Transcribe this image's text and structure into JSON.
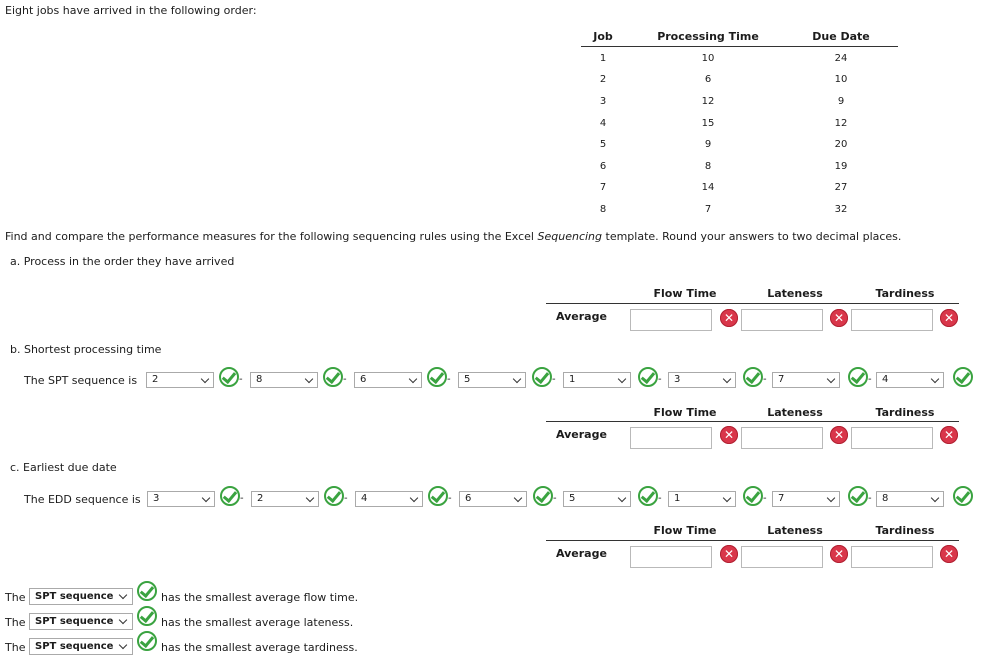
{
  "intro": "Eight jobs have arrived in the following order:",
  "job_table": {
    "headers": {
      "job": "Job",
      "processing_time": "Processing Time",
      "due_date": "Due Date"
    },
    "rows": [
      {
        "job": "1",
        "pt": "10",
        "dd": "24"
      },
      {
        "job": "2",
        "pt": "6",
        "dd": "10"
      },
      {
        "job": "3",
        "pt": "12",
        "dd": "9"
      },
      {
        "job": "4",
        "pt": "15",
        "dd": "12"
      },
      {
        "job": "5",
        "pt": "9",
        "dd": "20"
      },
      {
        "job": "6",
        "pt": "8",
        "dd": "19"
      },
      {
        "job": "7",
        "pt": "14",
        "dd": "27"
      },
      {
        "job": "8",
        "pt": "7",
        "dd": "32"
      }
    ]
  },
  "instructions": {
    "before": "Find and compare the performance measures for the following sequencing rules using the Excel ",
    "italic": "Sequencing",
    "after": " template. Round your answers to two decimal places."
  },
  "parts": {
    "a": {
      "label": "a. Process in the order they have arrived"
    },
    "b": {
      "label": "b. Shortest processing time",
      "sequence_label": "The SPT sequence is",
      "sequence": [
        "2",
        "8",
        "6",
        "5",
        "1",
        "3",
        "7",
        "4"
      ]
    },
    "c": {
      "label": "c. Earliest due date",
      "sequence_label": "The EDD sequence is",
      "sequence": [
        "3",
        "2",
        "4",
        "6",
        "5",
        "1",
        "7",
        "8"
      ]
    }
  },
  "perf_headers": {
    "flow_time": "Flow Time",
    "lateness": "Lateness",
    "tardiness": "Tardiness"
  },
  "average_label": "Average",
  "inputs": {
    "a": [
      "",
      "",
      ""
    ],
    "b": [
      "",
      "",
      ""
    ],
    "c": [
      "",
      "",
      ""
    ]
  },
  "input_status": "incorrect",
  "seq_status": "correct",
  "word_prefix": "The",
  "comparisons": [
    {
      "rule": "SPT sequence",
      "text": "has the smallest average flow time."
    },
    {
      "rule": "SPT sequence",
      "text": "has the smallest average lateness."
    },
    {
      "rule": "SPT sequence",
      "text": "has the smallest average tardiness."
    }
  ],
  "colors": {
    "correct": "#3aa340",
    "incorrect": "#d9364a"
  }
}
